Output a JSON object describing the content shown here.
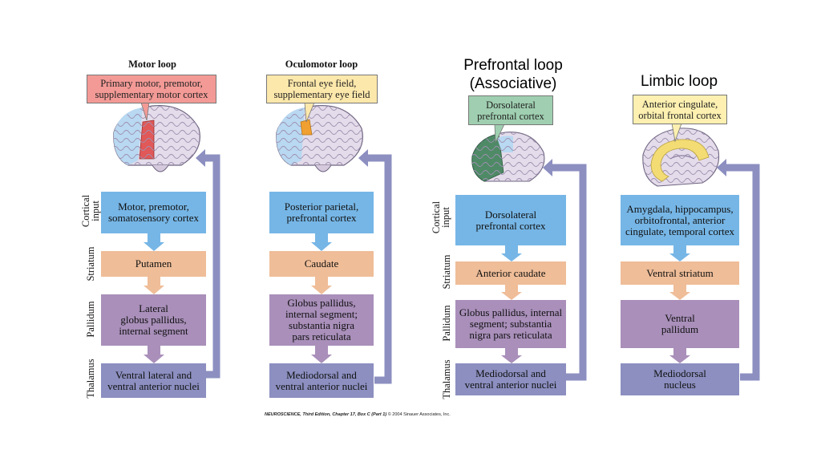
{
  "loops": [
    {
      "id": "motor",
      "title": "Motor loop",
      "callout": [
        "Primary motor, premotor,",
        "supplementary motor cortex"
      ],
      "cortical": [
        "Motor, premotor,",
        "somatosensory cortex"
      ],
      "striatum": [
        "Putamen"
      ],
      "pallidum": [
        "Lateral",
        "globus pallidus,",
        "internal segment"
      ],
      "thalamus": [
        "Ventral lateral and",
        "ventral anterior nuclei"
      ]
    },
    {
      "id": "oculomotor",
      "title": "Oculomotor loop",
      "callout": [
        "Frontal eye field,",
        "supplementary eye field"
      ],
      "cortical": [
        "Posterior parietal,",
        "prefrontal cortex"
      ],
      "striatum": [
        "Caudate"
      ],
      "pallidum": [
        "Globus pallidus,",
        "internal segment;",
        "substantia nigra",
        "pars reticulata"
      ],
      "thalamus": [
        "Mediodorsal and",
        "ventral anterior nuclei"
      ]
    },
    {
      "id": "prefrontal",
      "title": [
        "Prefrontal loop",
        "(Associative)"
      ],
      "callout": [
        "Dorsolateral",
        "prefrontal cortex"
      ],
      "cortical": [
        "Dorsolateral",
        "prefrontal cortex"
      ],
      "striatum": [
        "Anterior caudate"
      ],
      "pallidum": [
        "Globus pallidus, internal",
        "segment; substantia",
        "nigra pars reticulata"
      ],
      "thalamus": [
        "Mediodorsal and",
        "ventral anterior nuclei"
      ]
    },
    {
      "id": "limbic",
      "title": "Limbic loop",
      "callout": [
        "Anterior cingulate,",
        "orbital frontal cortex"
      ],
      "cortical": [
        "Amygdala, hippocampus,",
        "orbitofrontal, anterior",
        "cingulate, temporal cortex"
      ],
      "striatum": [
        "Ventral striatum"
      ],
      "pallidum": [
        "Ventral",
        "pallidum"
      ],
      "thalamus": [
        "Mediodorsal",
        "nucleus"
      ]
    }
  ],
  "stage_labels": {
    "cortical": [
      "Cortical",
      "input"
    ],
    "striatum": "Striatum",
    "pallidum": "Pallidum",
    "thalamus": "Thalamus"
  },
  "credit": {
    "book": "NEUROSCIENCE, Third Edition, Chapter 17, Box C (Part 1)",
    "copyright": "© 2004 Sinauer Associates, Inc."
  },
  "colors": {
    "cortical": "#76b6e6",
    "striatum": "#efbd98",
    "pallidum": "#a98fba",
    "thalamus": "#8c8fc0",
    "motor_callout": "#f39a96",
    "motor_highlight": "#e15858",
    "oculomotor_callout": "#fde8ab",
    "oculomotor_highlight": "#f0a030",
    "prefrontal_callout": "#9fcfb0",
    "prefrontal_highlight": "#4e8a66",
    "limbic_callout": "#fdf0b0",
    "limbic_highlight": "#f3dc74",
    "brain": "#e4dcea",
    "brain_light_blue": "#b9d8f1"
  }
}
